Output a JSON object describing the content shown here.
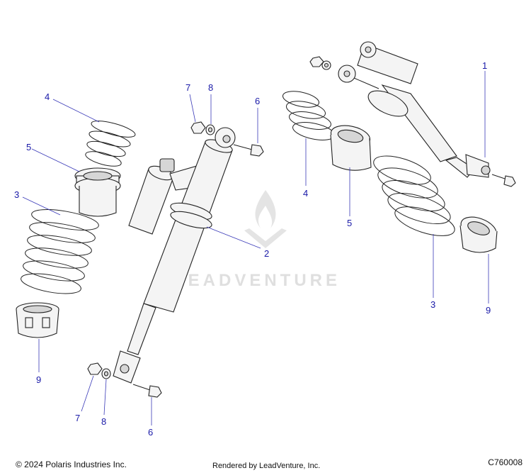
{
  "callouts": {
    "c1": "1",
    "c2": "2",
    "c3_left": "3",
    "c3_right": "3",
    "c4_left": "4",
    "c4_right": "4",
    "c5_left": "5",
    "c5_right": "5",
    "c6_top": "6",
    "c6_bottom": "6",
    "c7_top": "7",
    "c7_bottom": "7",
    "c8_top": "8",
    "c8_bottom": "8",
    "c9_left": "9",
    "c9_right": "9"
  },
  "watermark": "LEADVENTURE",
  "footer": {
    "copyright": "© 2024 Polaris Industries Inc.",
    "rendered_by": "Rendered by LeadVenture, Inc.",
    "figure_code": "C760008"
  },
  "colors": {
    "callout": "#1a1aa8",
    "leader": "#3a3ab8",
    "part_stroke": "#222222"
  }
}
